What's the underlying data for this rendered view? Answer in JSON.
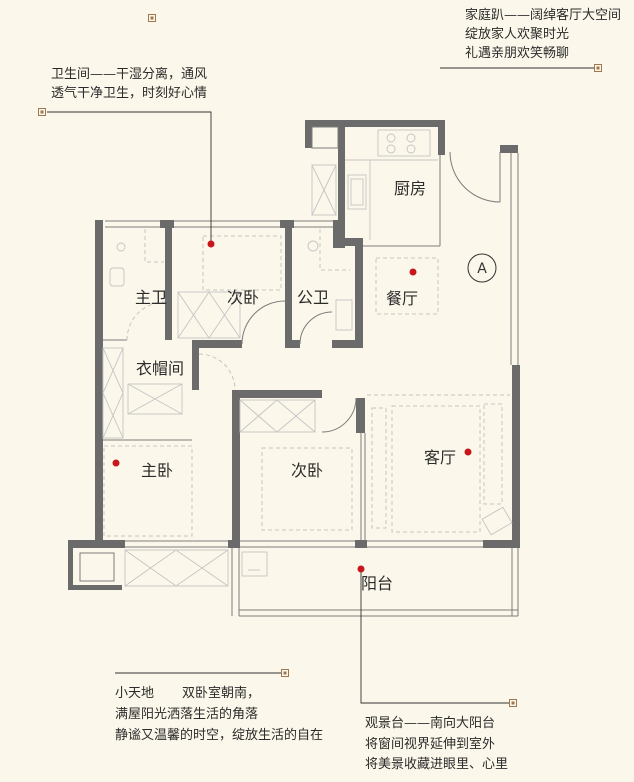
{
  "colors": {
    "background": "#fbf7ea",
    "wall": "#6b6b6b",
    "marker": "#c8161d",
    "leader_square": "#a07850",
    "line": "#7c7c7c",
    "furniture": "#c4c4c4"
  },
  "icons": {
    "compass": "compass-icon",
    "room_marker": "red-dot-icon",
    "leader_end": "square-marker-icon"
  },
  "plan": {
    "compass_label": "A",
    "rooms": {
      "kitchen": "厨房",
      "dining": "餐厅",
      "bedroom_north": "次卧",
      "public_bath": "公卫",
      "master_bath": "主卫",
      "walk_in_closet": "衣帽间",
      "master_bedroom": "主卧",
      "bedroom_south": "次卧",
      "living_room": "客厅",
      "balcony": "阳台"
    }
  },
  "annotations": {
    "bathroom": [
      "卫生间——干湿分离，通风",
      "透气干净卫生，时刻好心情"
    ],
    "living": [
      "家庭趴——阔绰客厅大空间",
      "绽放家人欢聚时光",
      "礼遇亲朋欢笑畅聊"
    ],
    "bedrooms": {
      "title": "小天地",
      "lines": [
        "双卧室朝南，",
        "满屋阳光洒落生活的角落",
        "静谧又温馨的时空，绽放生活的自在"
      ]
    },
    "balcony": [
      "观景台——南向大阳台",
      "将窗间视界延伸到室外",
      "将美景收藏进眼里、心里"
    ]
  }
}
